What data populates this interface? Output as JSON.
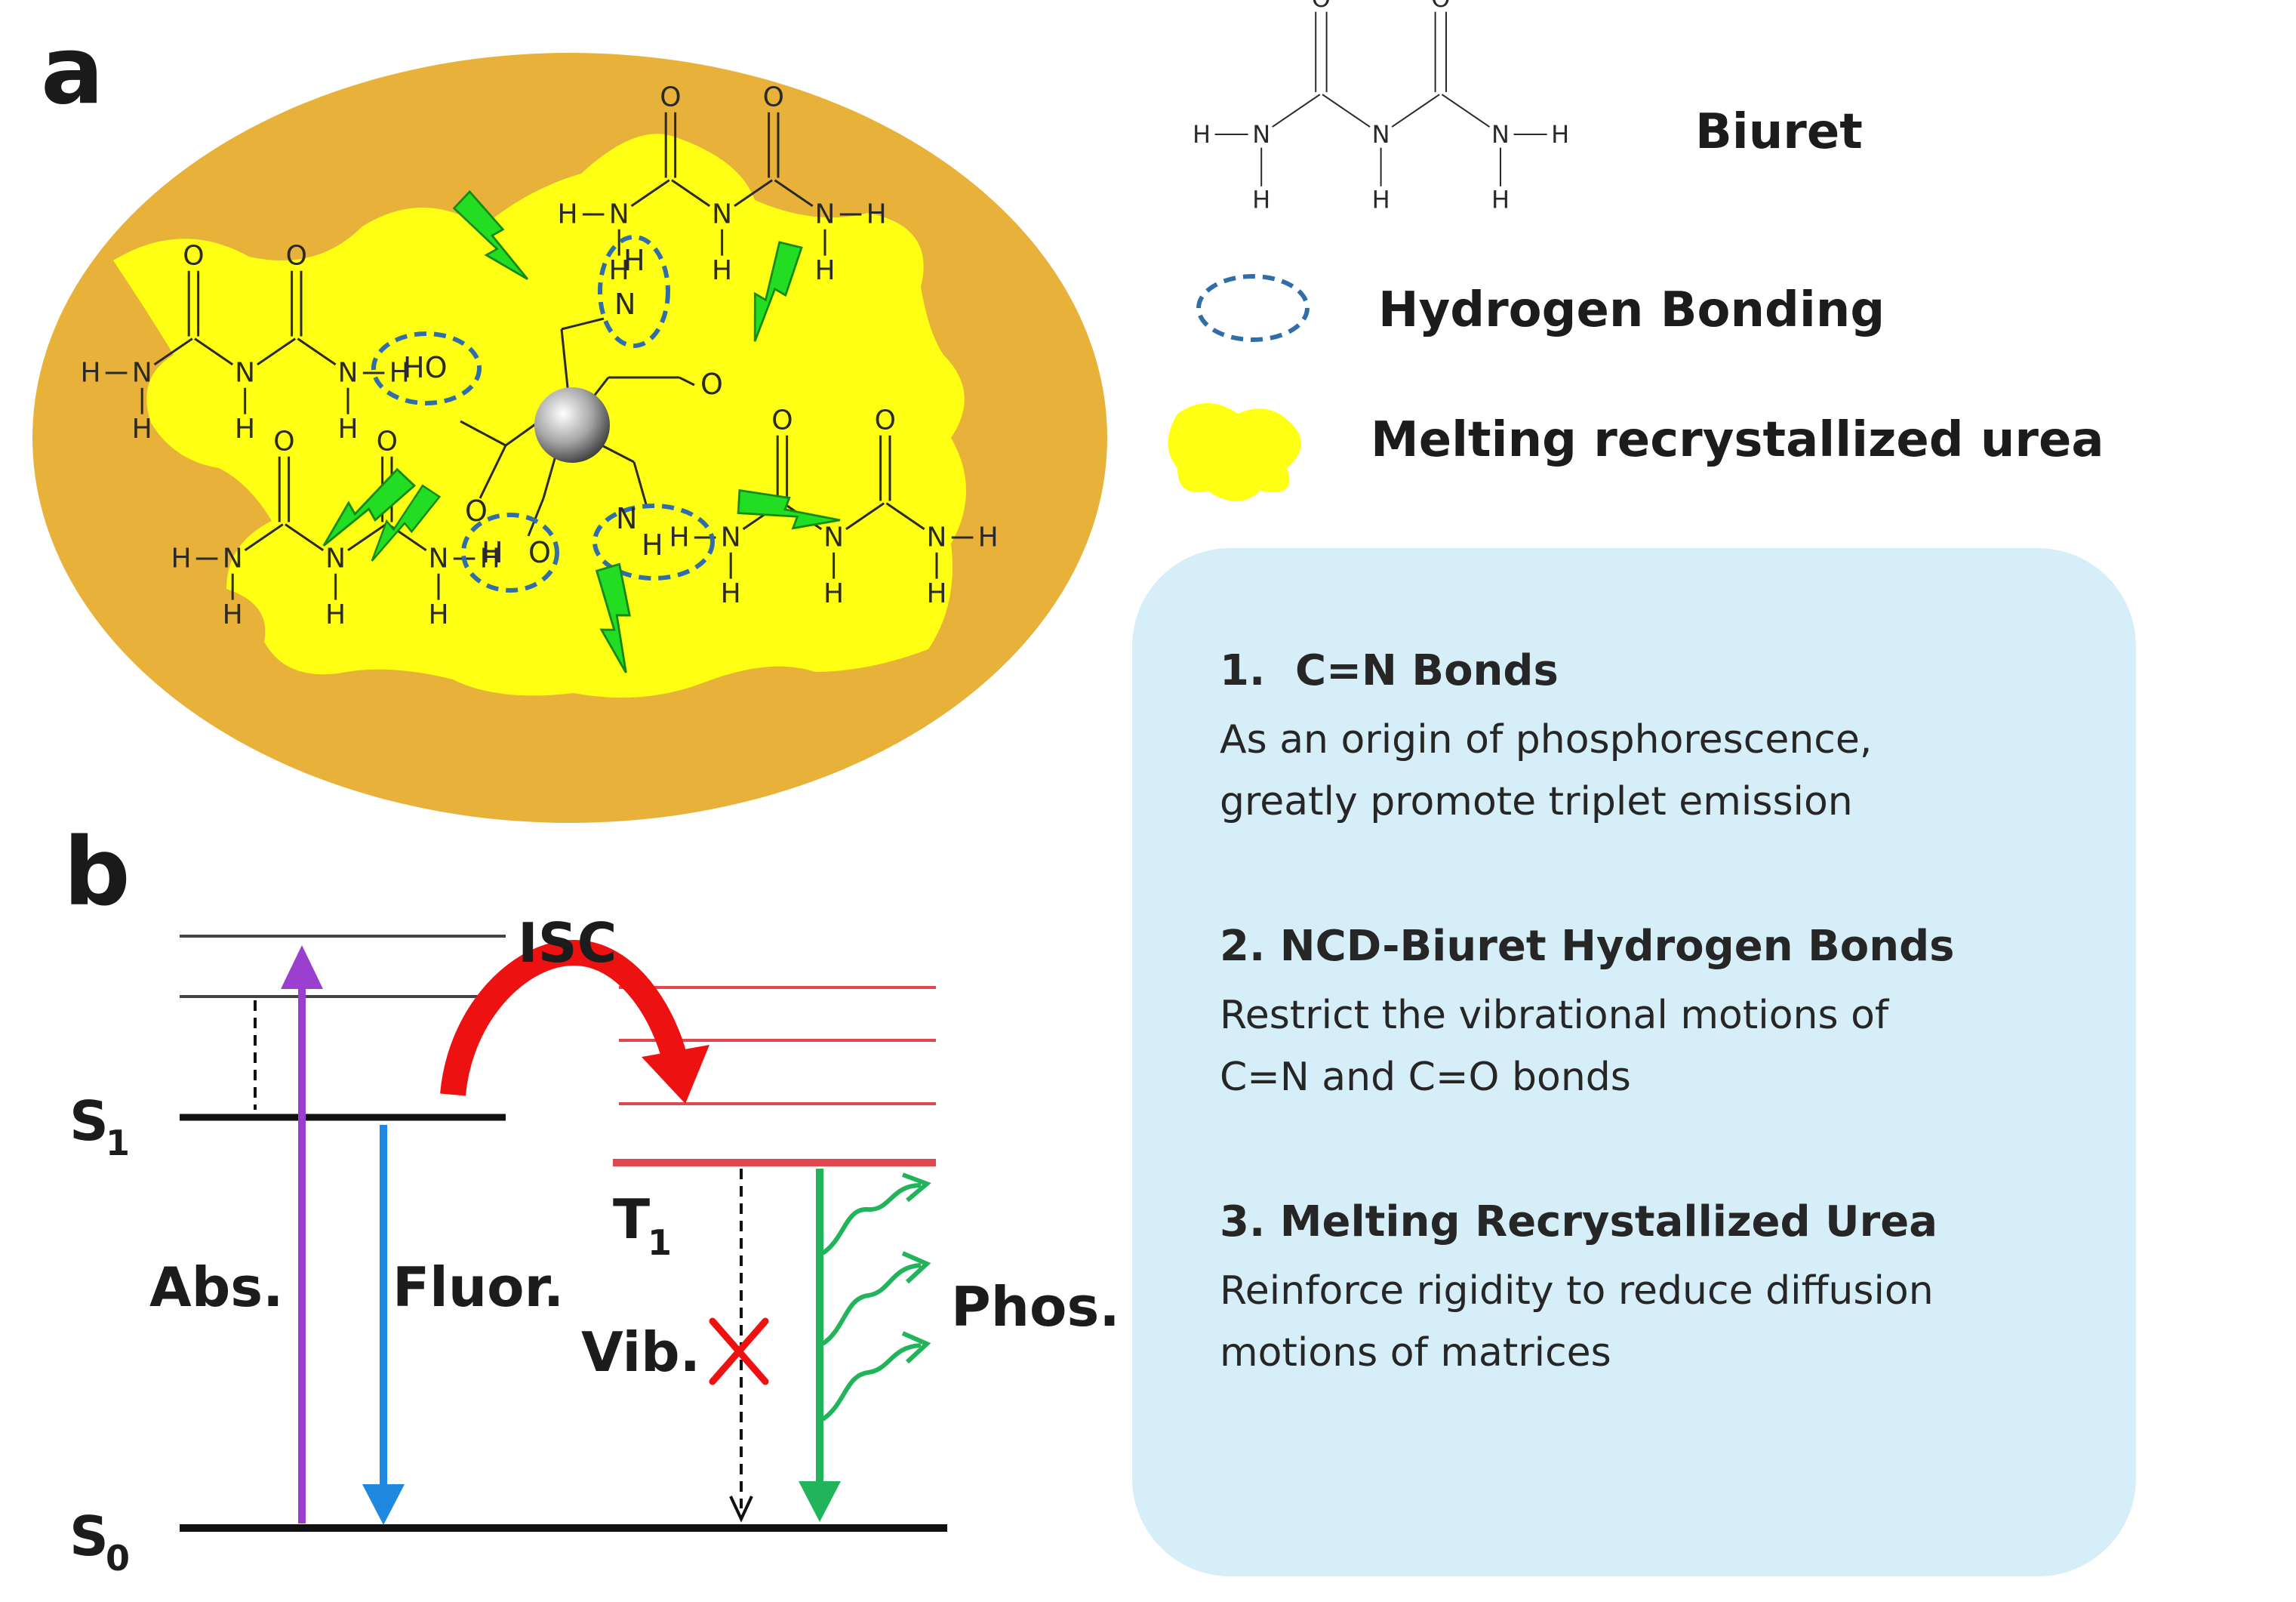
{
  "panels": {
    "a": "a",
    "b": "b"
  },
  "colors": {
    "matrix": "#e8b23a",
    "urea": "#ffff14",
    "hbond": "#2f6ea8",
    "spark": "#22dd22",
    "abs": "#9b3fd1",
    "fluor": "#1f88e0",
    "phos": "#21b45a",
    "isc": "#ee1111",
    "triplet": "#e0484e",
    "info_bg": "#d6eef7"
  },
  "chem_atoms": {
    "H": "H",
    "N": "N",
    "O": "O",
    "HO": "HO"
  },
  "legend": {
    "biuret": "Biuret",
    "hbond": "Hydrogen Bonding",
    "urea": "Melting recrystallized urea"
  },
  "energy": {
    "s1": "S",
    "s1_sub": "1",
    "s0": "S",
    "s0_sub": "0",
    "t1": "T",
    "t1_sub": "1",
    "isc": "ISC",
    "abs": "Abs.",
    "fluor": "Fluor.",
    "vib": "Vib.",
    "phos": "Phos."
  },
  "mechanisms": [
    {
      "num": "1.",
      "title": "C=N Bonds",
      "lines": [
        "As an origin of phosphorescence,",
        "greatly promote triplet emission"
      ]
    },
    {
      "num": "2.",
      "title": "NCD-Biuret Hydrogen Bonds",
      "lines": [
        "Restrict the vibrational motions of",
        "C=N and C=O bonds"
      ]
    },
    {
      "num": "3.",
      "title": "Melting Recrystallized Urea",
      "lines": [
        "Reinforce rigidity to reduce diffusion",
        "motions of matrices"
      ]
    }
  ]
}
